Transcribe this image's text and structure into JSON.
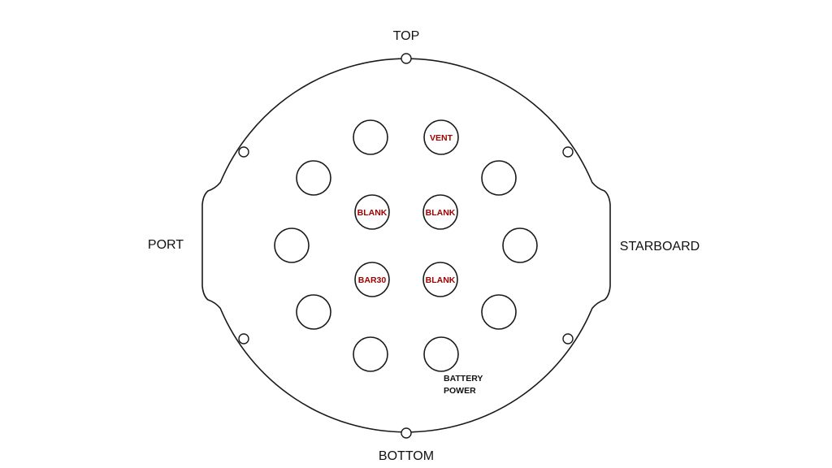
{
  "directions": {
    "top": "TOP",
    "bottom": "BOTTOM",
    "port": "PORT",
    "starboard": "STARBOARD"
  },
  "penetrator_labels": {
    "vent": "VENT",
    "blank_upper_left": "BLANK",
    "blank_upper_right": "BLANK",
    "bar30": "BAR30",
    "blank_lower_right": "BLANK"
  },
  "notes": {
    "battery_line1": "BATTERY",
    "battery_line2": "POWER"
  },
  "colors": {
    "label_red": "#a00000",
    "outline": "#1a1a1a"
  }
}
